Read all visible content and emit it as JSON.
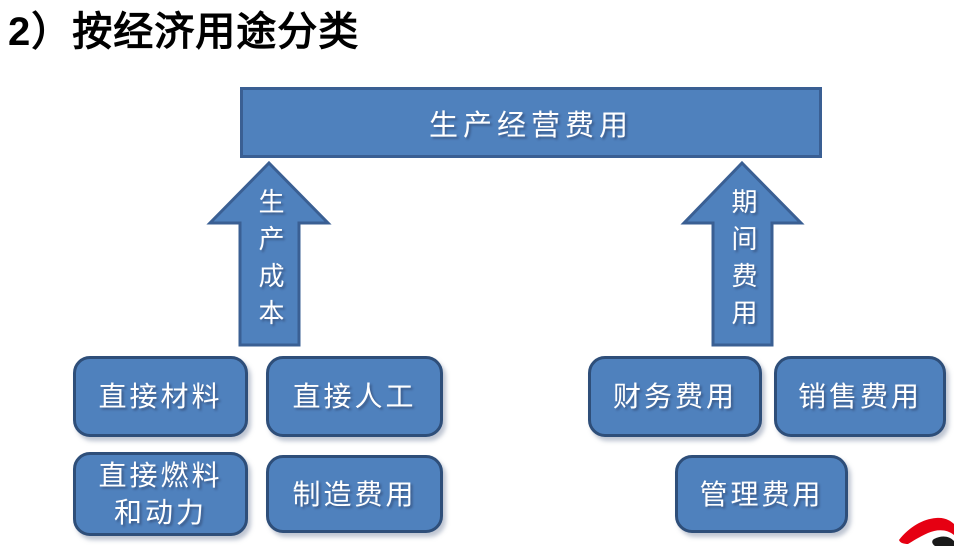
{
  "title": "2）按经济用途分类",
  "root_box": {
    "label": "生产经营费用"
  },
  "arrows": {
    "left": {
      "label": "生产成本"
    },
    "right": {
      "label": "期间费用"
    }
  },
  "boxes": {
    "direct_materials": "直接材料",
    "direct_labor": "直接人工",
    "direct_fuel_power": "直接燃料\n和动力",
    "manufacturing_overhead": "制造费用",
    "financial_expense": "财务费用",
    "selling_expense": "销售费用",
    "admin_expense": "管理费用"
  },
  "icons": {
    "bottom_right_logo": "red-swoosh-logo"
  },
  "colors": {
    "shape_fill": "#4F81BD",
    "shape_border": "#3A5F93",
    "rounded_box_border": "#2E4E79",
    "shape_text": "#FFFFFF",
    "title_text": "#000000",
    "logo_red": "#E60012",
    "logo_black": "#1A1A1A"
  }
}
